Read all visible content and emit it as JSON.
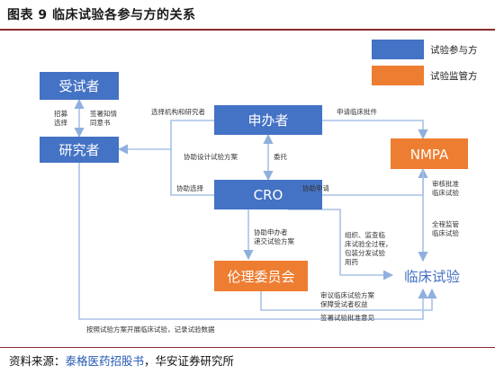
{
  "title": "图表 9  临床试验各参与方的关系",
  "legend": [
    {
      "label": "试验参与方",
      "color": "#4472c4"
    },
    {
      "label": "试验监管方",
      "color": "#ed7d31"
    }
  ],
  "nodes": {
    "subject": "受试者",
    "researcher": "研究者",
    "sponsor": "申办者",
    "cro": "CRO",
    "nmpa": "NMPA",
    "ethics": "伦理委员会",
    "trial": "临床试验"
  },
  "edge_labels": {
    "recruit": [
      "招募",
      "选择"
    ],
    "consent": [
      "签署知情",
      "同意书"
    ],
    "select_institution": "选择机构和研究者",
    "apply_approval": "申请临床批件",
    "assist_design": "协助设计试验方案",
    "entrust": "委托",
    "assist_select": "协助选择",
    "assist_apply": "协助申请",
    "review_approve": [
      "审核批准",
      "临床试验"
    ],
    "supervise": [
      "全程监管",
      "临床试验"
    ],
    "assist_sponsor": [
      "协助申办者",
      "递交试验方案"
    ],
    "organize": [
      "组织、监查临",
      "床试验全过程，",
      "包装分发试验",
      "用药"
    ],
    "review_protocol": [
      "审议临床试验方案",
      "保障受试者权益"
    ],
    "sign_approval": "签署试验批准意见",
    "conduct": "按照试验方案开展临床试验，记录试验数据"
  },
  "colors": {
    "blue": "#4472c4",
    "orange": "#ed7d31",
    "line": "#a9c2e6"
  },
  "source": {
    "prefix": "资料来源：",
    "link": "泰格医药招股书",
    "suffix": "，华安证券研究所"
  }
}
